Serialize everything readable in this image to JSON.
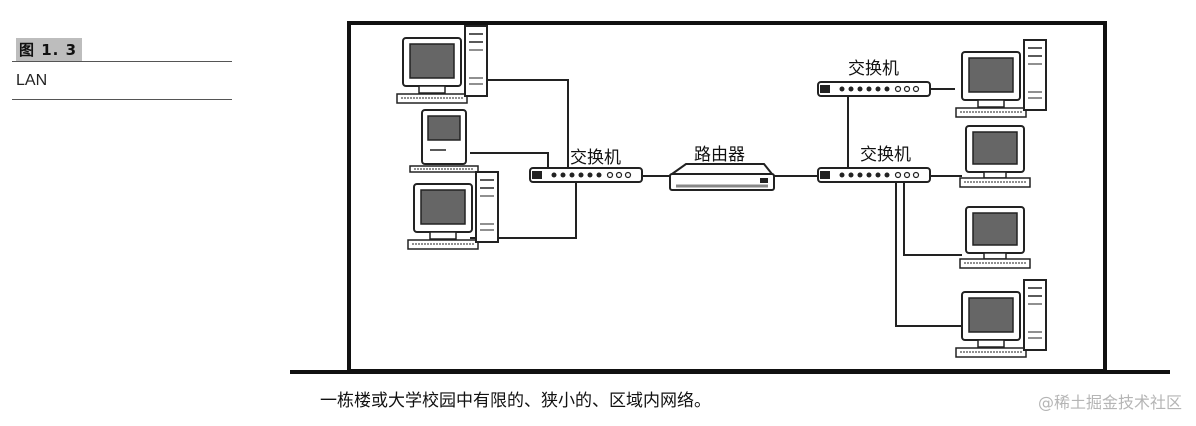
{
  "figure": {
    "number_label": "图 1. 3",
    "name": "LAN"
  },
  "diagram": {
    "switch_label": "交换机",
    "router_label": "路由器",
    "nodes": {
      "switch_left": "交换机",
      "router": "路由器",
      "switch_right_top": "交换机",
      "switch_right_bottom": "交换机"
    }
  },
  "caption": "一栋楼或大学校园中有限的、狭小的、区域内网络。",
  "watermark": "@稀土掘金技术社区"
}
